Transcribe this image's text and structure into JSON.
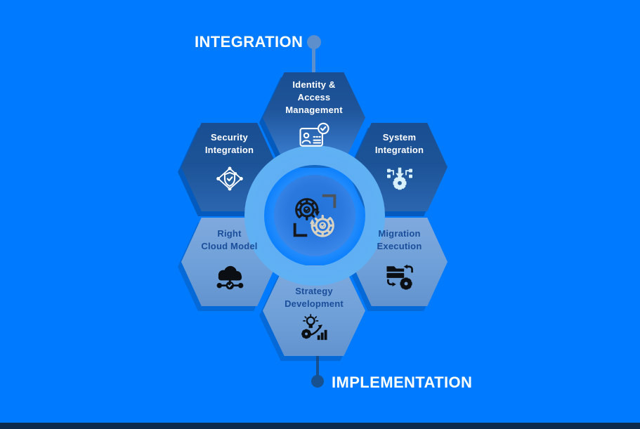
{
  "titles": {
    "integration": "INTEGRATION",
    "implementation": "IMPLEMENTATION"
  },
  "center": {
    "icon": "process-sync-gears-icon"
  },
  "hexagons": [
    {
      "id": "identity-access-management",
      "tone": "dark",
      "icon": "id-card-check-icon",
      "label_lines": [
        "Identity &",
        "Access",
        "Management"
      ]
    },
    {
      "id": "security-integration",
      "tone": "dark",
      "icon": "shield-network-icon",
      "label_lines": [
        "Security",
        "Integration"
      ]
    },
    {
      "id": "system-integration",
      "tone": "dark",
      "icon": "gear-integration-icon",
      "label_lines": [
        "System",
        "Integration"
      ]
    },
    {
      "id": "right-cloud-model",
      "tone": "light",
      "icon": "cloud-network-icon",
      "label_lines": [
        "Right",
        "Cloud Model"
      ]
    },
    {
      "id": "migration-execution",
      "tone": "light",
      "icon": "folder-gear-transfer-icon",
      "label_lines": [
        "Migration",
        "Execution"
      ]
    },
    {
      "id": "strategy-development",
      "tone": "light",
      "icon": "bulb-gear-growth-icon",
      "label_lines": [
        "Strategy",
        "Development"
      ]
    }
  ],
  "colors": {
    "background": "#007BFF",
    "hexagon_dark": "#1B5096",
    "hexagon_light": "#74A2DB",
    "ring": "#60B0F4",
    "center_circle": "#2B79DF",
    "label_dark_text": "#1A4E9A",
    "label_light_text": "#FFFFFF",
    "title_text": "#FFFFFF",
    "connector_top": "#5C8FCB",
    "connector_bottom": "#17518F",
    "footer_strip": "#0D2B4D"
  }
}
